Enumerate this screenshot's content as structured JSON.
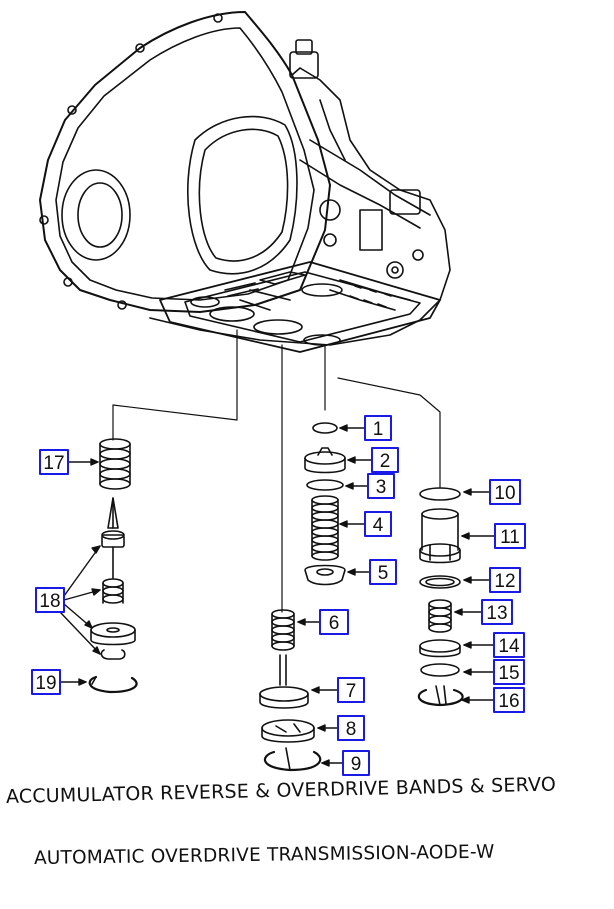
{
  "diagram": {
    "caption_lines": [
      "ACCUMULATOR REVERSE & OVERDRIVE BANDS & SERVO",
      "AUTOMATIC OVERDRIVE TRANSMISSION-AODE-W"
    ],
    "callouts": [
      "1",
      "2",
      "3",
      "4",
      "5",
      "6",
      "7",
      "8",
      "9",
      "10",
      "11",
      "12",
      "13",
      "14",
      "15",
      "16",
      "17",
      "18",
      "19"
    ],
    "colors": {
      "line_art": "#111111",
      "callout_border": "#1a1ae6",
      "background": "#ffffff"
    }
  }
}
